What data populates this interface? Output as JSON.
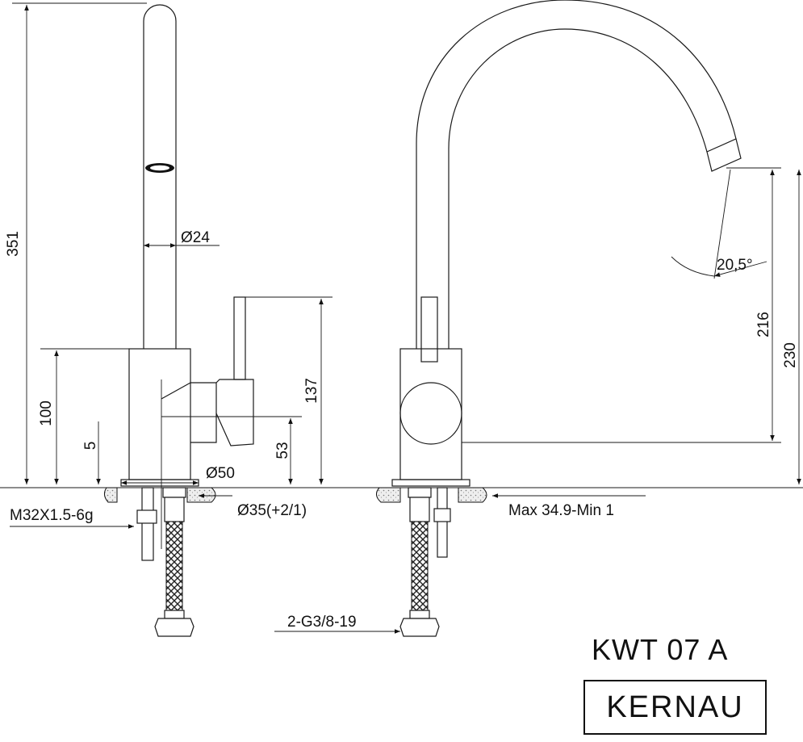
{
  "dimensions": {
    "d351": "351",
    "d24": "Ø24",
    "d137": "137",
    "d100": "100",
    "d53": "53",
    "d5": "5",
    "d50": "Ø50",
    "d35": "Ø35(+2/1)",
    "thread": "M32X1.5-6g",
    "hoses": "2-G3/8-19",
    "angle": "20,5°",
    "d216": "216",
    "d230": "230",
    "deck": "Max 34.9-Min 1"
  },
  "product": {
    "model": "KWT 07 A",
    "brand": "KERNAU"
  }
}
